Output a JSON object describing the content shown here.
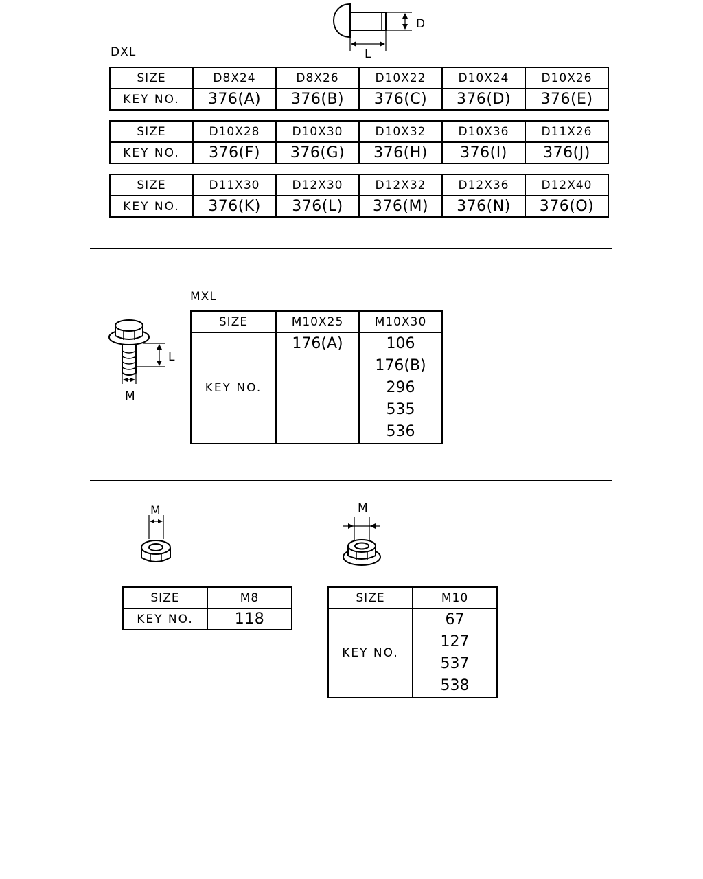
{
  "rivet": {
    "title": "DXL",
    "dim_d": "D",
    "dim_l": "L",
    "tables": [
      {
        "size_label": "SIZE",
        "key_label": "KEY NO.",
        "sizes": [
          "D8X24",
          "D8X26",
          "D10X22",
          "D10X24",
          "D10X26"
        ],
        "keys": [
          "376(A)",
          "376(B)",
          "376(C)",
          "376(D)",
          "376(E)"
        ]
      },
      {
        "size_label": "SIZE",
        "key_label": "KEY NO.",
        "sizes": [
          "D10X28",
          "D10X30",
          "D10X32",
          "D10X36",
          "D11X26"
        ],
        "keys": [
          "376(F)",
          "376(G)",
          "376(H)",
          "376(I)",
          "376(J)"
        ]
      },
      {
        "size_label": "SIZE",
        "key_label": "KEY NO.",
        "sizes": [
          "D11X30",
          "D12X30",
          "D12X32",
          "D12X36",
          "D12X40"
        ],
        "keys": [
          "376(K)",
          "376(L)",
          "376(M)",
          "376(N)",
          "376(O)"
        ]
      }
    ]
  },
  "bolt": {
    "title": "MXL",
    "dim_l": "L",
    "dim_m": "M",
    "size_label": "SIZE",
    "key_label": "KEY NO.",
    "sizes": [
      "M10X25",
      "M10X30"
    ],
    "keys_col1": [
      "176(A)"
    ],
    "keys_col2": [
      "106",
      "176(B)",
      "296",
      "535",
      "536"
    ]
  },
  "nut_m8": {
    "dim_m": "M",
    "size_label": "SIZE",
    "key_label": "KEY NO.",
    "size": "M8",
    "key": "118"
  },
  "nut_m10": {
    "dim_m": "M",
    "size_label": "SIZE",
    "key_label": "KEY NO.",
    "size": "M10",
    "keys": [
      "67",
      "127",
      "537",
      "538"
    ]
  }
}
